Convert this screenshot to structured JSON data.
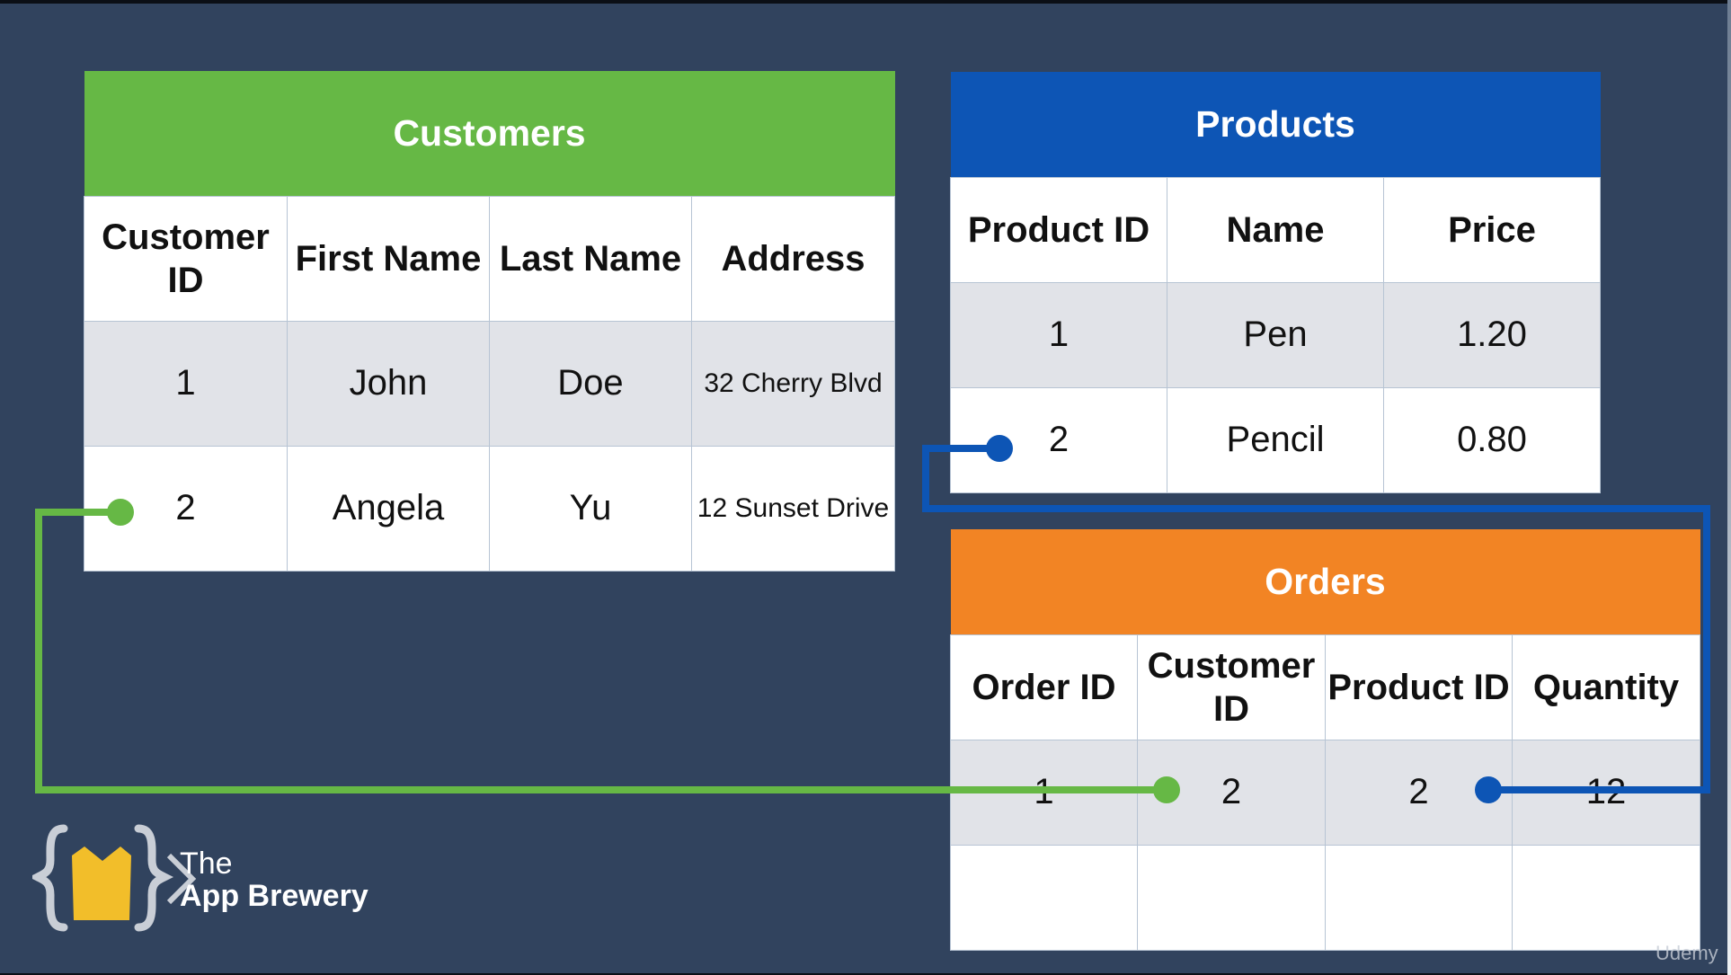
{
  "customers": {
    "title": "Customers",
    "header_color": "#66b845",
    "columns": [
      "Customer ID",
      "First Name",
      "Last Name",
      "Address"
    ],
    "rows": [
      [
        "1",
        "John",
        "Doe",
        "32 Cherry Blvd"
      ],
      [
        "2",
        "Angela",
        "Yu",
        "12 Sunset Drive"
      ]
    ]
  },
  "products": {
    "title": "Products",
    "header_color": "#0d55b5",
    "columns": [
      "Product ID",
      "Name",
      "Price"
    ],
    "rows": [
      [
        "1",
        "Pen",
        "1.20"
      ],
      [
        "2",
        "Pencil",
        "0.80"
      ]
    ]
  },
  "orders": {
    "title": "Orders",
    "header_color": "#f28424",
    "columns": [
      "Order ID",
      "Customer ID",
      "Product ID",
      "Quantity"
    ],
    "rows": [
      [
        "1",
        "2",
        "2",
        "12"
      ]
    ]
  },
  "connectors": {
    "customer_link_color": "#66b845",
    "product_link_color": "#0d55b5"
  },
  "branding": {
    "logo_line1": "The",
    "logo_line2": "App Brewery",
    "watermark": "Udemy"
  }
}
